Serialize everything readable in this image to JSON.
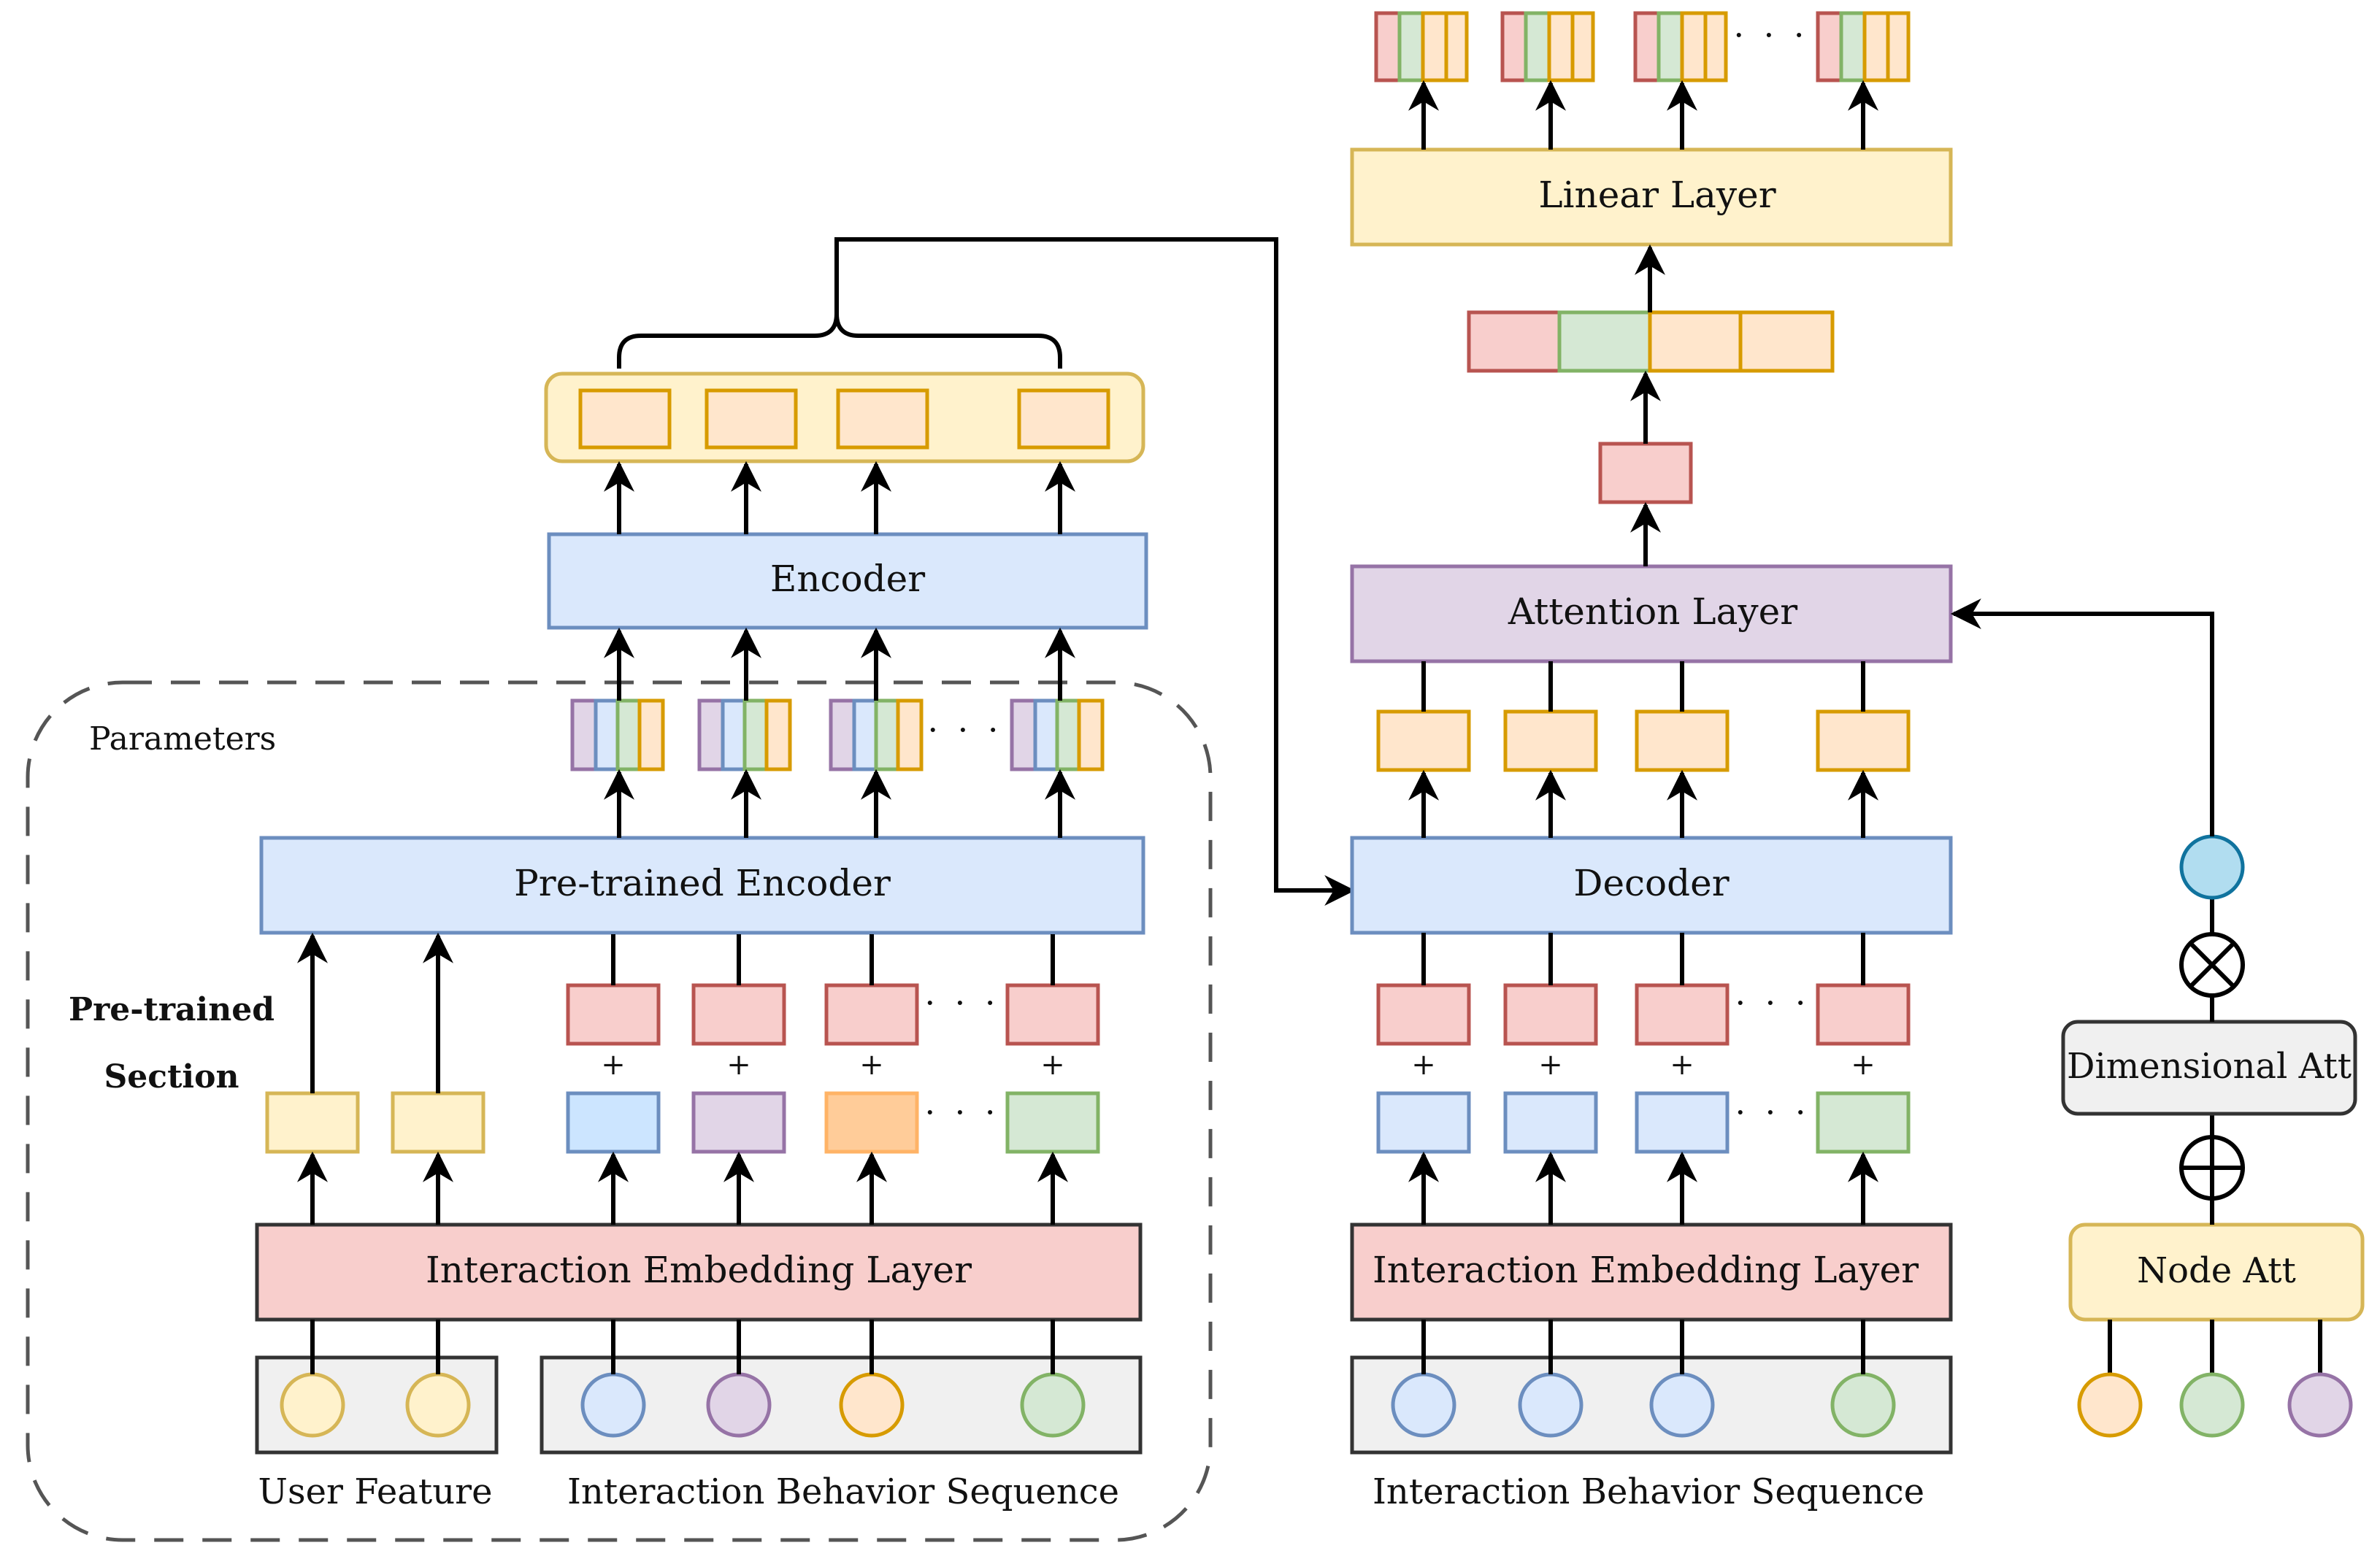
{
  "colors": {
    "pink_fill": "#f8cecc",
    "pink_stroke": "#b85450",
    "blue_fill": "#dae8fc",
    "blue_stroke": "#6c8ebf",
    "yellow_fill": "#fff2cc",
    "yellow_stroke": "#d6b656",
    "orange_fill": "#ffe6cc",
    "orange_stroke": "#d79b00",
    "purple_fill": "#e1d5e7",
    "purple_stroke": "#9673a6",
    "green_fill": "#d5e8d4",
    "green_stroke": "#82b366",
    "gray_fill": "#f0f0f0",
    "gray_stroke": "#333333",
    "cyan_fill": "#b1ddf0",
    "cyan_stroke": "#10739e"
  },
  "left": {
    "parameters_label": "Parameters",
    "pretrained_label_line1": "Pre-trained",
    "pretrained_label_line2": "Section",
    "pretrained_encoder": "Pre-trained Encoder",
    "encoder": "Encoder",
    "embedding_layer": "Interaction Embedding Layer",
    "user_feature": "User Feature",
    "behavior_sequence": "Interaction Behavior Sequence"
  },
  "right": {
    "linear_layer": "Linear Layer",
    "attention_layer": "Attention Layer",
    "decoder": "Decoder",
    "embedding_layer": "Interaction Embedding Layer",
    "behavior_sequence": "Interaction Behavior Sequence"
  },
  "side": {
    "dimensional_att": "Dimensional Att",
    "node_att": "Node Att",
    "otimes": "⊗",
    "oplus": "⊕"
  },
  "symbols": {
    "ellipsis": "· · ·",
    "plus": "+"
  }
}
